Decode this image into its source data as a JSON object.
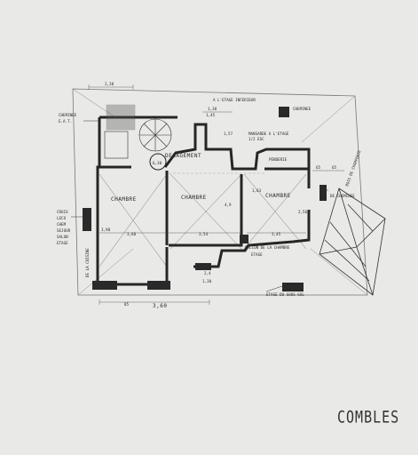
{
  "sheet_title": "COMBLES",
  "rooms": {
    "dressing": "DEGAGEMENT",
    "bedroom_1": "CHAMBRE",
    "bedroom_2": "CHAMBRE",
    "bedroom_3": "CHAMBRE",
    "linen": "PENDERIE"
  },
  "notes": {
    "top_center": "A L'ETAGE INFERIEUR",
    "top_right": "CHEMINEE",
    "mansarde": "MANSARDE A L'ETAGE",
    "stair": "1/2 ESC",
    "right_text": "BOIS DE CHARPENTE",
    "right_small": "DE CHEMINEE",
    "bottom_mid": "BALCON DE LA CHAMBRE",
    "bottom_etage": "ETAGE",
    "bottom_sous": "ETAGE DU SOUS-SOL",
    "left_code": "CROIX",
    "left_lines": [
      "LECO",
      "CHEM",
      "SEJOUR",
      "SALON",
      "ETAGE"
    ],
    "left_vertical": "DE LA CUISINE",
    "left_top": "CHEMINEE",
    "left_top2": "E.A.T."
  },
  "dimensions": {
    "top_left": "2,30",
    "top_mid_a": "1,30",
    "top_mid_b": "1,45",
    "step": "6,30",
    "right_a": "1,57",
    "right_b": "1,63",
    "room1_width": "3,60",
    "room2_width": "3,54",
    "room3_width": "3,45",
    "room2_height": "4,9",
    "left_height": "3,90",
    "right_c": "2,56",
    "bottom_small_a": "2,4",
    "bottom_small_b": "1,30",
    "bottom_total": "3,60",
    "bottom_c": "85",
    "right_d": "65",
    "right_e": "65"
  },
  "colors": {
    "paper": "#e9e9e7",
    "ink": "#1a1a1a",
    "wall": "#2b2b2b",
    "outline": "#666666"
  }
}
